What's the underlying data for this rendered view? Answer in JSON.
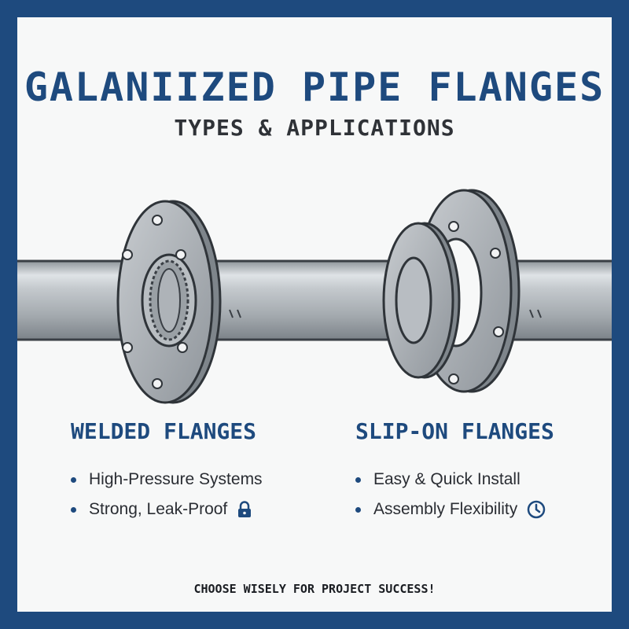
{
  "header": {
    "title": "GALANIIZED PIPE FLANGES",
    "subtitle": "TYPES & APPLICATIONS"
  },
  "sections": [
    {
      "heading": "WELDED FLANGES",
      "items": [
        {
          "label": "High-Pressure Systems"
        },
        {
          "label": "Strong, Leak-Proof",
          "icon": "lock-icon"
        }
      ]
    },
    {
      "heading": "SLIP-ON FLANGES",
      "items": [
        {
          "label": "Easy & Quick Install"
        },
        {
          "label": "Assembly Flexibility",
          "icon": "clock-icon"
        }
      ]
    }
  ],
  "footer": {
    "text": "CHOOSE WISELY FOR PROJECT SUCCESS!"
  },
  "colors": {
    "frame": "#1e4a7e",
    "background": "#f7f8f8",
    "accent": "#1e4a7e",
    "metal": "#a9aeb3"
  }
}
